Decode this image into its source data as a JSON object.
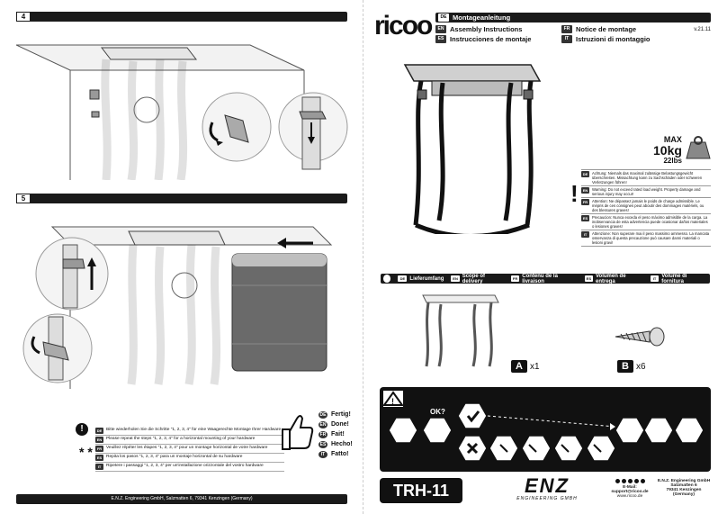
{
  "brand": {
    "logo": "ricoo",
    "version": "v.21.11"
  },
  "titles": [
    {
      "code": "DE",
      "label": "Montageanleitung"
    },
    {
      "code": "EN",
      "label": "Assembly Instructions"
    },
    {
      "code": "ES",
      "label": "Instrucciones de montaje"
    },
    {
      "code": "FR",
      "label": "Notice de montage"
    },
    {
      "code": "IT",
      "label": "Istruzioni di montaggio"
    }
  ],
  "steps": {
    "step4": "4",
    "step5": "5"
  },
  "max_load": {
    "label": "MAX",
    "kg": "10kg",
    "lbs": "22lbs"
  },
  "warnings": [
    {
      "code": "DE",
      "text": "Achtung: Niemals das maximal zulässige Belastungsgewicht überschreiten. Missachtung kann zu Sachschäden oder schweren Verletzungen führen!"
    },
    {
      "code": "EN",
      "text": "Warning: Do not exceed rated load weight. Property damage and serious injury may occur!"
    },
    {
      "code": "FR",
      "text": "Attention: Ne dépassez jamais le poids de charge admissible. Le mépris de ces consignes peut aboutir des dommages matériels, ou des blessures graves!"
    },
    {
      "code": "ES",
      "text": "Precaucion: Nunca exceda el peso máximo admisible de la carga. La inobservancia de esta advertencia puede ocasionar daños materiales o lesiones graves!"
    },
    {
      "code": "IT",
      "text": "Attenzione: Non superare mai il peso massimo ammesso. La mancata osservanza di questa precauzione può causare danni materiali o lesioni gravi!"
    }
  ],
  "scope": [
    {
      "code": "DE",
      "label": "Lieferumfang"
    },
    {
      "code": "EN",
      "label": "Scope of delivery"
    },
    {
      "code": "FR",
      "label": "Contenu de la livraison"
    },
    {
      "code": "ES",
      "label": "Volumen de entrega"
    },
    {
      "code": "IT",
      "label": "Volume di fornitura"
    }
  ],
  "parts": [
    {
      "id": "A",
      "qty": "x1"
    },
    {
      "id": "B",
      "qty": "x6"
    }
  ],
  "step_notes": [
    {
      "code": "DE",
      "text": "Bitte wiederholen Sie die Schritte \"1, 2, 3, 4\" für eine Waagerechte Montage Ihrer Hardware"
    },
    {
      "code": "EN",
      "text": "Please repeat the steps \"1, 2, 3, 4\" for a horizontal mounting of your hardware"
    },
    {
      "code": "FR",
      "text": "Veuillez répéter les étapes \"1, 2, 3, 4\" pour un montage horizontal de votre hardware"
    },
    {
      "code": "ES",
      "text": "Repita los pasos \"1, 2, 3, 4\" para un montaje horizontal de su hardware"
    },
    {
      "code": "IT",
      "text": "Ripetere i passaggi \"1, 2, 3, 4\" per un'installazione orizzontale del vostro hardware"
    }
  ],
  "done": [
    {
      "code": "DE",
      "label": "Fertig!"
    },
    {
      "code": "EN",
      "label": "Done!"
    },
    {
      "code": "FR",
      "label": "Fait!"
    },
    {
      "code": "ES",
      "label": "Hecho!"
    },
    {
      "code": "IT",
      "label": "Fatto!"
    }
  ],
  "left_footer": "E.N.Z. Engineering GmbH, Salzmatten 6, 79341 Kenzingen (Germany)",
  "ok_label": "OK?",
  "model": "TRH-11",
  "enz": {
    "logo": "ENZ",
    "sub": "ENGINEERING GMBH"
  },
  "contact": {
    "email": "E-Mail: support@ricoo.de",
    "web": "www.ricoo.de"
  },
  "address": {
    "line1": "E.N.Z. Engineering GmbH",
    "line2": "Salzmatten 6",
    "line3": "79341 Kenzingen",
    "line4": "(Germany)"
  },
  "colors": {
    "dark": "#1a1a1a",
    "accent": "#000000"
  }
}
